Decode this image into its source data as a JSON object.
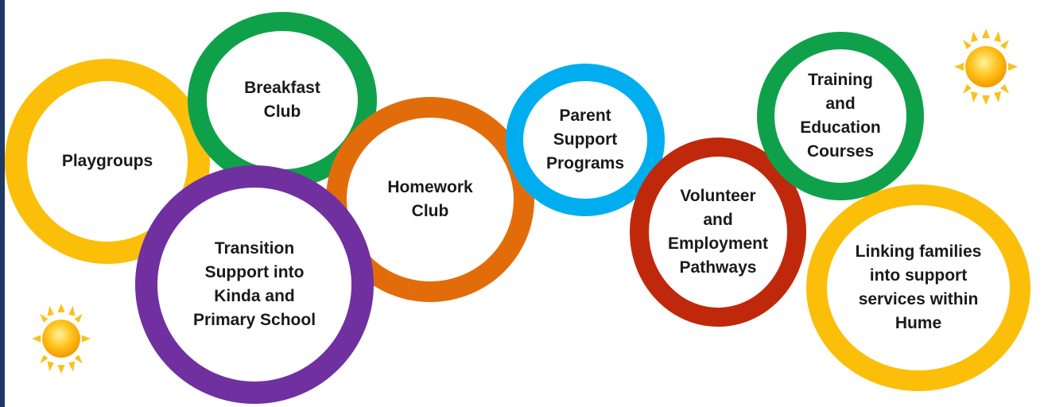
{
  "colors": {
    "yellow": "#fbbf0a",
    "green": "#0fa14a",
    "orange": "#e36c0a",
    "blue": "#00aeef",
    "purple": "#7030a0",
    "red": "#c0280c",
    "frame": "#1f3864"
  },
  "circles": [
    {
      "label": "Playgroups",
      "color": "yellow"
    },
    {
      "label": "Breakfast\nClub",
      "color": "green"
    },
    {
      "label": "Homework\nClub",
      "color": "orange"
    },
    {
      "label": "Parent\nSupport\nPrograms",
      "color": "blue"
    },
    {
      "label": "Training\nand\nEducation\nCourses",
      "color": "green"
    },
    {
      "label": "Volunteer\nand\nEmployment\nPathways",
      "color": "red"
    },
    {
      "label": "Transition\nSupport into\nKinda and\nPrimary School",
      "color": "purple"
    },
    {
      "label": "Linking families\ninto support\nservices within\nHume",
      "color": "yellow"
    }
  ],
  "decorations": [
    "sun-icon",
    "sun-icon"
  ]
}
